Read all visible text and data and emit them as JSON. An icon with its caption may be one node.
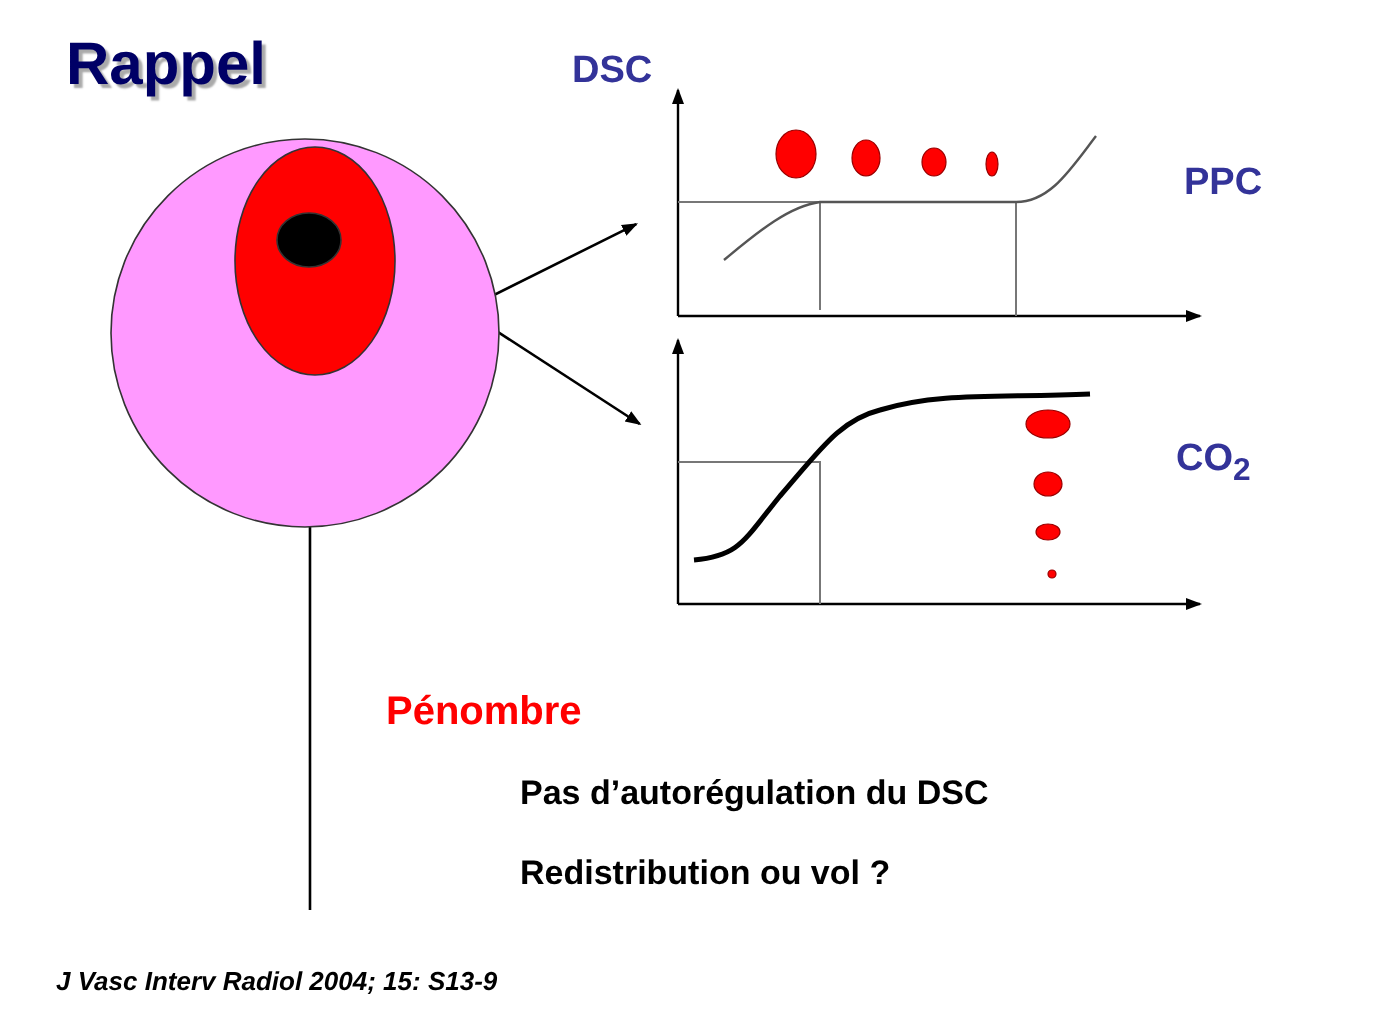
{
  "diagram": {
    "title": "Rappel",
    "caption": "J Vasc Interv Radiol 2004; 15: S13-9",
    "nodes": [
      {
        "text": [],
        "shape": "circle"
      },
      {
        "text": [],
        "shape": "ellipse",
        "in": 0
      },
      {
        "text": [],
        "shape": "ellipse",
        "in": 1
      },
      {
        "text": [
          "DSC",
          "PPC"
        ]
      },
      {
        "text": [
          "CO$_{2}$"
        ]
      }
    ],
    "edges": [
      {
        "from": 0,
        "to": 3,
        "arrow": "to"
      },
      {
        "from": 0,
        "to": 4,
        "arrow": "to"
      },
      {
        "from": 1,
        "to": null,
        "arrow": "none"
      }
    ],
    "labels": [
      "Pénombre",
      "Pas d’autorégulation du DSC",
      "Redistribution ou vol ?"
    ]
  }
}
